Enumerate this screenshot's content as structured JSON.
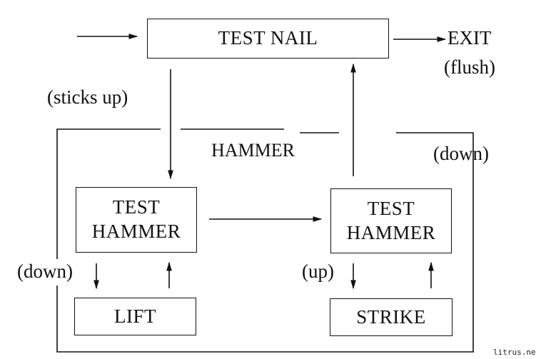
{
  "diagram": {
    "title": "Nail and hammer TOTE flowchart",
    "nodes": {
      "test_nail": "TEST NAIL",
      "test_hammer_left": [
        "TEST",
        "HAMMER"
      ],
      "test_hammer_right": [
        "TEST",
        "HAMMER"
      ],
      "lift": "LIFT",
      "strike": "STRIKE",
      "hammer_group": "HAMMER"
    },
    "labels": {
      "exit": "EXIT",
      "flush": "(flush)",
      "sticks_up": "(sticks up)",
      "down_right": "(down)",
      "down_left": "(down)",
      "up": "(up)"
    },
    "edges": [
      {
        "from": "entry",
        "to": "TEST NAIL"
      },
      {
        "from": "TEST NAIL",
        "to": "EXIT",
        "label": "(flush)"
      },
      {
        "from": "TEST NAIL",
        "to": "TEST HAMMER (left)",
        "label": "(sticks up)"
      },
      {
        "from": "TEST HAMMER (left)",
        "to": "TEST HAMMER (right)"
      },
      {
        "from": "TEST HAMMER (right)",
        "to": "TEST NAIL",
        "label": "(down)"
      },
      {
        "from": "TEST HAMMER (left)",
        "to": "LIFT",
        "label": "(down)"
      },
      {
        "from": "LIFT",
        "to": "TEST HAMMER (left)"
      },
      {
        "from": "TEST HAMMER (right)",
        "to": "STRIKE",
        "label": "(up)"
      },
      {
        "from": "STRIKE",
        "to": "TEST HAMMER (right)"
      }
    ]
  },
  "watermark": "litrus.net"
}
